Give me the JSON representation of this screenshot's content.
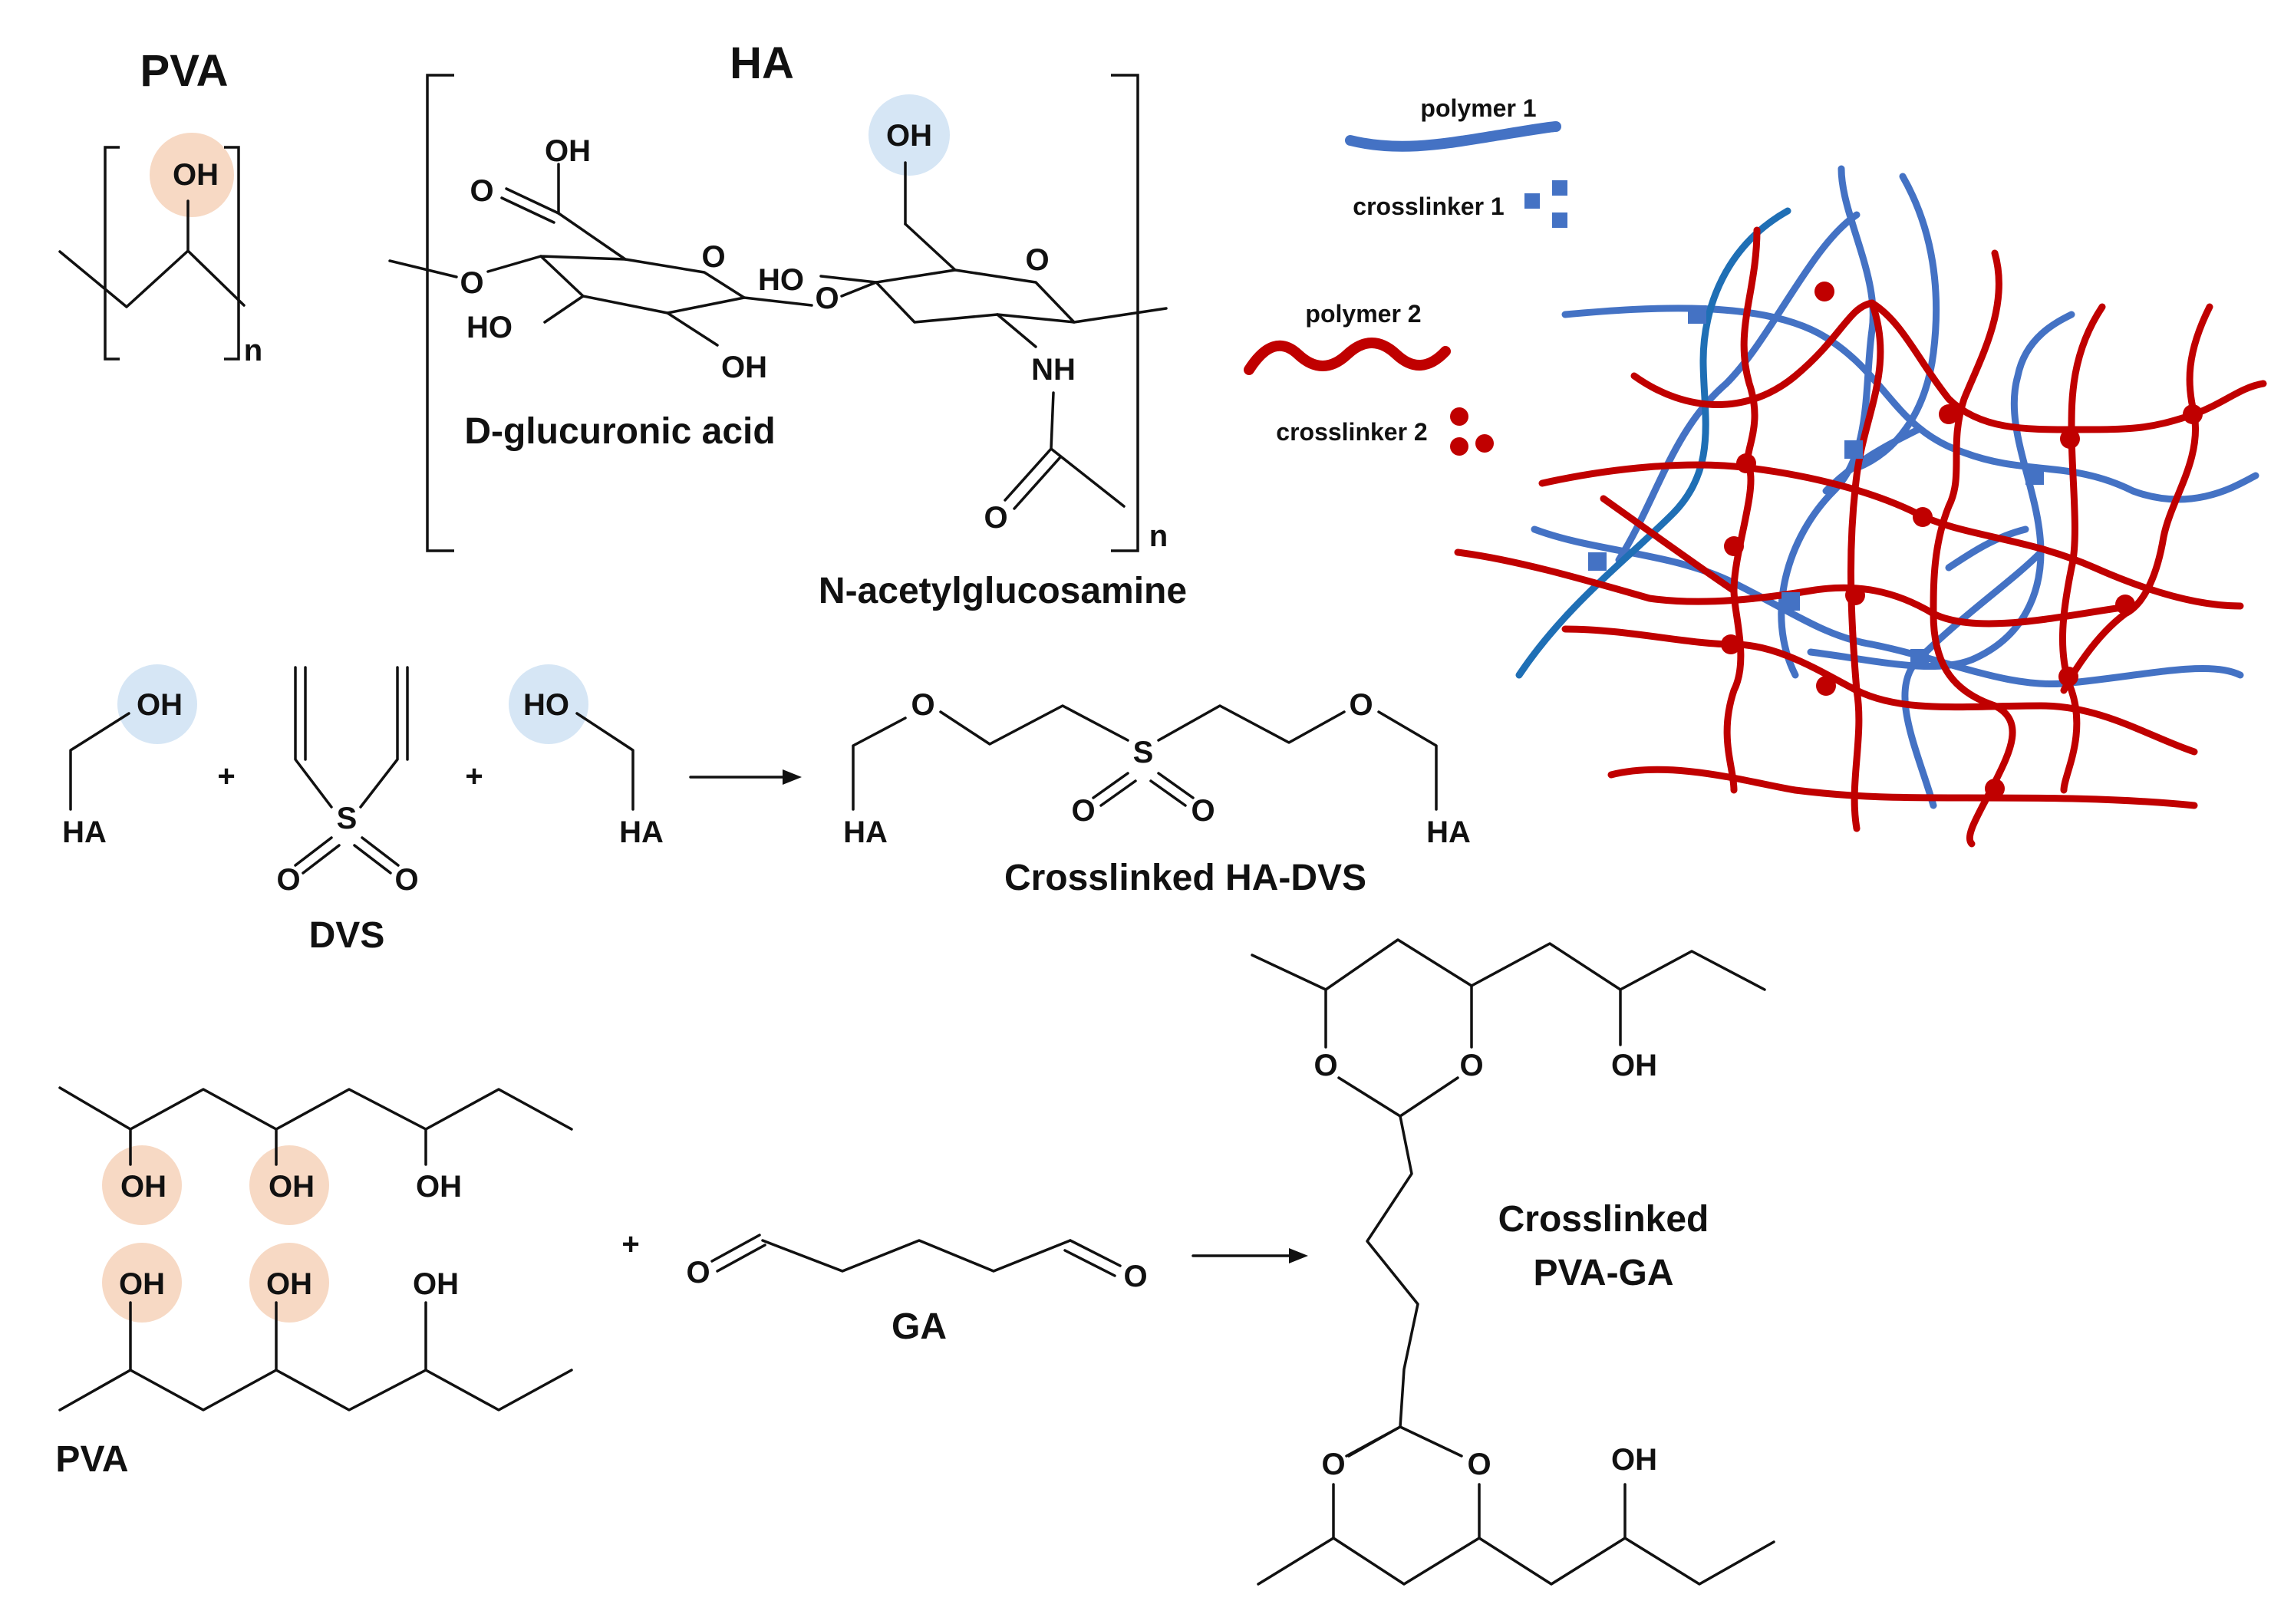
{
  "colors": {
    "pva_highlight": "#f7d9c4",
    "ha_highlight": "#d6e6f5",
    "polymer_1": "#4472c4",
    "polymer_1_dark": "#1f6fb5",
    "polymer_2": "#c00000"
  },
  "titles": {
    "pva": "PVA",
    "ha": "HA"
  },
  "atoms": {
    "oh": "OH",
    "ho": "HO",
    "o": "O",
    "nh": "NH",
    "n": "n",
    "s": "S",
    "ha": "HA"
  },
  "ha_units": {
    "glucuronic": "D-glucuronic acid",
    "glucosamine": "N-acetylglucosamine"
  },
  "legend": {
    "polymer_1": "polymer 1",
    "crosslinker_1": "crosslinker 1",
    "polymer_2": "polymer 2",
    "crosslinker_2": "crosslinker 2"
  },
  "reaction_1": {
    "plus": "+",
    "reagent": "DVS",
    "product": "Crosslinked HA-DVS"
  },
  "reaction_2": {
    "plus": "+",
    "reagent": "GA",
    "reactant": "PVA",
    "product_line1": "Crosslinked",
    "product_line2": "PVA-GA"
  }
}
